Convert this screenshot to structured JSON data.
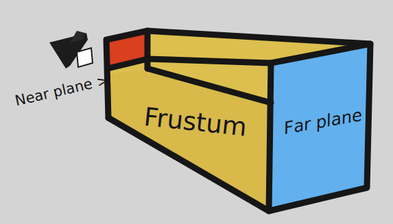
{
  "diagram": {
    "labels": [
      "Near plane >",
      "Frustum",
      "Far plane"
    ]
  }
}
